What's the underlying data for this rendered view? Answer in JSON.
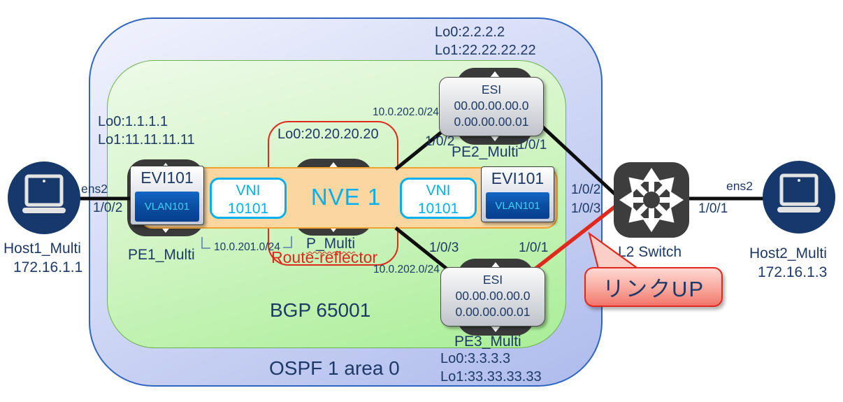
{
  "diagram": {
    "ospf_label": "OSPF 1 area 0",
    "bgp_label": "BGP 65001",
    "nve_label": "NVE 1",
    "route_reflector_label": "Route-reflector",
    "rr_lo0": "Lo0:20.20.20.20"
  },
  "hosts": {
    "host1": {
      "name": "Host1_Multi",
      "ip": "172.16.1.1",
      "nic": "ens2",
      "pe_port": "1/0/2"
    },
    "host2": {
      "name": "Host2_Multi",
      "ip": "172.16.1.3",
      "nic": "ens2"
    }
  },
  "pe1": {
    "name": "PE1_Multi",
    "lo0": "Lo0:1.1.1.1",
    "lo1": "Lo1:11.11.11.11"
  },
  "pe2": {
    "name": "PE2_Multi",
    "lo0": "Lo0:2.2.2.2",
    "lo1": "Lo1:22.22.22.22",
    "esi_title": "ESI",
    "esi_line1": "00.00.00.00.0",
    "esi_line2": "0.00.00.00.01",
    "port_left": "1/0/2",
    "port_right": "1/0/1"
  },
  "pe3": {
    "name": "PE3_Multi",
    "lo0": "Lo0:3.3.3.3",
    "lo1": "Lo1:33.33.33.33",
    "esi_title": "ESI",
    "esi_line1": "00.00.00.00.0",
    "esi_line2": "0.00.00.00.01",
    "port_left": "1/0/3",
    "port_right": "1/0/1"
  },
  "p_router": {
    "name": "P_Multi"
  },
  "l2switch": {
    "name": "L2 Switch",
    "port_to_pe2": "1/0/2",
    "port_to_pe3": "1/0/3",
    "port_to_host": "1/0/1"
  },
  "evi_left": {
    "evi": "EVI101",
    "vlan": "VLAN101"
  },
  "evi_right": {
    "evi": "EVI101",
    "vlan": "VLAN101"
  },
  "vni_left": {
    "title": "VNI",
    "value": "10101"
  },
  "vni_right": {
    "title": "VNI",
    "value": "10101"
  },
  "subnets": {
    "pe1_p": "10.0.201.0/24",
    "p_pe2": "10.0.202.0/24",
    "p_pe3": "10.0.202.0/24"
  },
  "callout": {
    "text": "リンクUP"
  },
  "colors": {
    "accent_cyan": "#00b0f0",
    "alert_red": "#e0281c",
    "navy_text": "#1d3a66",
    "band_orange": "#f0a132"
  }
}
